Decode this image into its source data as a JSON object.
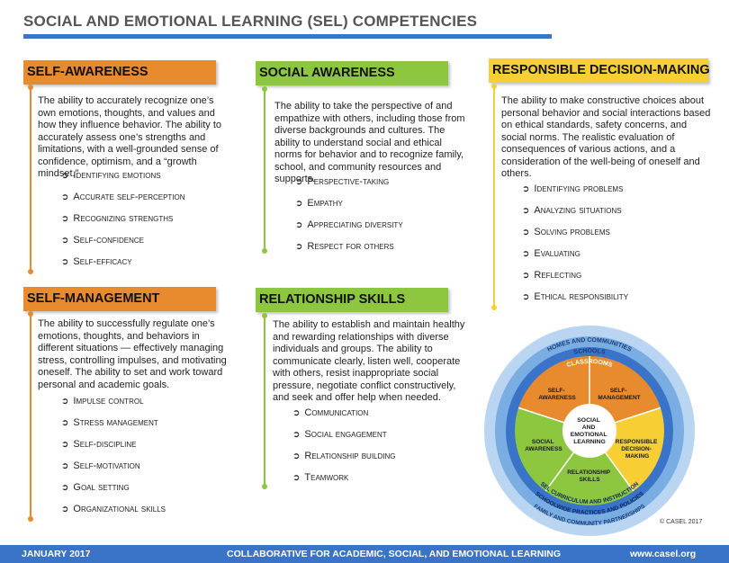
{
  "title": "SOCIAL AND EMOTIONAL LEARNING (SEL) COMPETENCIES",
  "arrow": "➲",
  "sections": {
    "self_awareness": {
      "heading": "SELF-AWARENESS",
      "description": "The ability to accurately recognize one’s own emotions, thoughts, and values and how they influence behavior. The ability to accurately assess one’s strengths and limitations, with a well-grounded sense of confidence, optimism, and a “growth mindset.”",
      "items": [
        "Identifying emotions",
        "Accurate self-perception",
        "Recognizing strengths",
        "Self-confidence",
        "Self-efficacy"
      ]
    },
    "social_awareness": {
      "heading": "SOCIAL AWARENESS",
      "description": "The ability to take the perspective of and empathize with others, including those from diverse backgrounds and cultures. The ability to understand social and ethical norms for behavior and to recognize family, school, and community resources and supports.",
      "items": [
        "Perspective-taking",
        "Empathy",
        "Appreciating diversity",
        "Respect for others"
      ]
    },
    "responsible_decision_making": {
      "heading": "RESPONSIBLE DECISION-MAKING",
      "description": "The ability to make constructive choices about personal behavior and social interactions based on ethical standards, safety concerns, and social norms. The realistic evaluation of consequences of various actions, and a consideration of the well-being of oneself and others.",
      "items": [
        "Identifying problems",
        "Analyzing situations",
        "Solving problems",
        "Evaluating",
        "Reflecting",
        "Ethical responsibility"
      ]
    },
    "self_management": {
      "heading": "SELF-MANAGEMENT",
      "description": "The ability to successfully regulate one’s emotions, thoughts, and behaviors in different situations — effectively managing stress, controlling impulses, and motivating oneself. The ability to set and work toward personal and academic goals.",
      "items": [
        "Impulse control",
        "Stress management",
        "Self-discipline",
        "Self-motivation",
        "Goal setting",
        "Organizational skills"
      ]
    },
    "relationship_skills": {
      "heading": "RELATIONSHIP SKILLS",
      "description": "The ability to establish and maintain healthy and rewarding relationships with diverse individuals and groups. The ability to communicate clearly, listen well, cooperate with others, resist inappropriate social pressure, negotiate conflict constructively, and seek and offer help when needed.",
      "items": [
        "Communication",
        "Social engagement",
        "Relationship building",
        "Teamwork"
      ]
    }
  },
  "wheel": {
    "outer_ring": "HOMES AND COMMUNITIES",
    "schools_ring": "SCHOOLS",
    "classrooms_ring": "CLASSROOMS",
    "bottom_ring_1": "SEL CURRICULUM AND INSTRUCTION",
    "bottom_ring_2": "SCHOOLWIDE PRACTICES AND POLICIES",
    "bottom_ring_3": "FAMILY AND COMMUNITY PARTNERSHIPS",
    "center": [
      "SOCIAL",
      "AND",
      "EMOTIONAL",
      "LEARNING"
    ],
    "segments": {
      "self_awareness": [
        "SELF-",
        "AWARENESS"
      ],
      "self_management": [
        "SELF-",
        "MANAGEMENT"
      ],
      "responsible": [
        "RESPONSIBLE",
        "DECISION-",
        "MAKING"
      ],
      "relationship": [
        "RELATIONSHIP",
        "SKILLS"
      ],
      "social": [
        "SOCIAL",
        "AWARENESS"
      ]
    },
    "colors": {
      "orange": "#e88a2e",
      "yellow": "#f7cf35",
      "green": "#8dc63f",
      "ring_dark": "#3a74c9",
      "ring_mid": "#7aaee3",
      "ring_light": "#b9d5f2"
    }
  },
  "copyright": "© CASEL 2017",
  "footer": {
    "left": "JANUARY 2017",
    "center": "COLLABORATIVE FOR ACADEMIC, SOCIAL, AND EMOTIONAL LEARNING",
    "right": "www.casel.org"
  }
}
